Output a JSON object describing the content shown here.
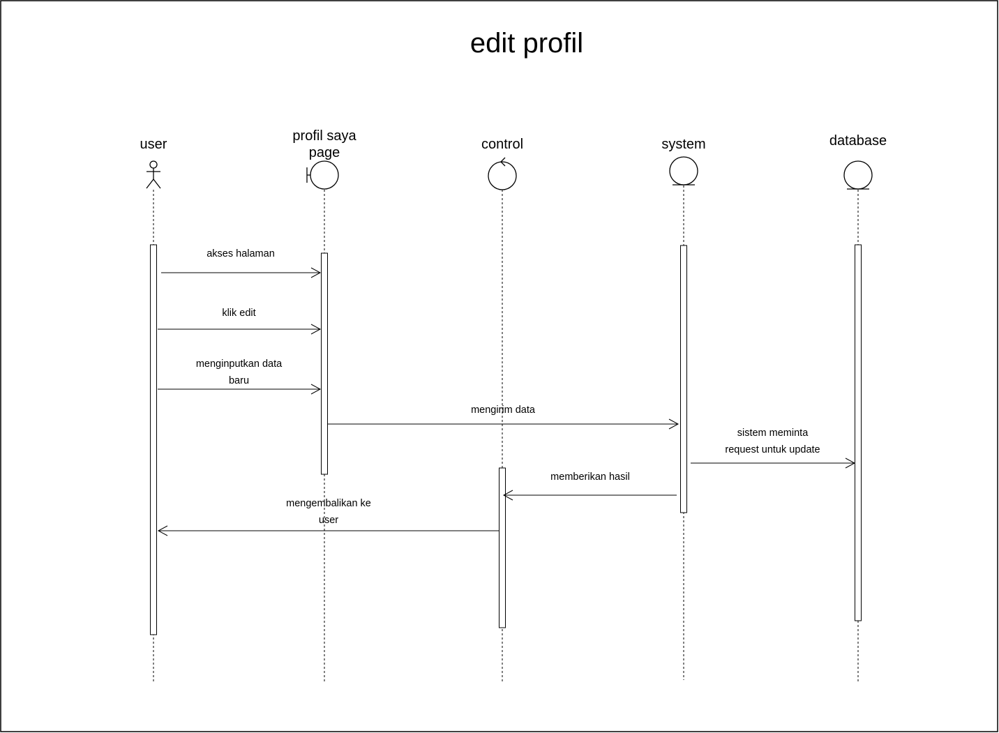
{
  "title": "edit profil",
  "participants": [
    {
      "id": "user",
      "label_lines": [
        "user"
      ],
      "icon": "actor-icon"
    },
    {
      "id": "page",
      "label_lines": [
        "profil saya",
        "page"
      ],
      "icon": "boundary-icon"
    },
    {
      "id": "control",
      "label_lines": [
        "control"
      ],
      "icon": "control-icon"
    },
    {
      "id": "system",
      "label_lines": [
        "system"
      ],
      "icon": "entity-icon"
    },
    {
      "id": "database",
      "label_lines": [
        "database"
      ],
      "icon": "entity-icon"
    }
  ],
  "messages": [
    {
      "from": "user",
      "to": "page",
      "label_lines": [
        "akses halaman"
      ]
    },
    {
      "from": "user",
      "to": "page",
      "label_lines": [
        "klik edit"
      ]
    },
    {
      "from": "user",
      "to": "page",
      "label_lines": [
        "menginputkan data",
        "baru"
      ]
    },
    {
      "from": "page",
      "to": "system",
      "label_lines": [
        "mengirim data"
      ]
    },
    {
      "from": "system",
      "to": "database",
      "label_lines": [
        "sistem meminta",
        "request untuk update"
      ]
    },
    {
      "from": "system",
      "to": "control",
      "label_lines": [
        "memberikan hasil"
      ]
    },
    {
      "from": "control",
      "to": "user",
      "label_lines": [
        "mengembalikan ke",
        "user"
      ]
    }
  ]
}
